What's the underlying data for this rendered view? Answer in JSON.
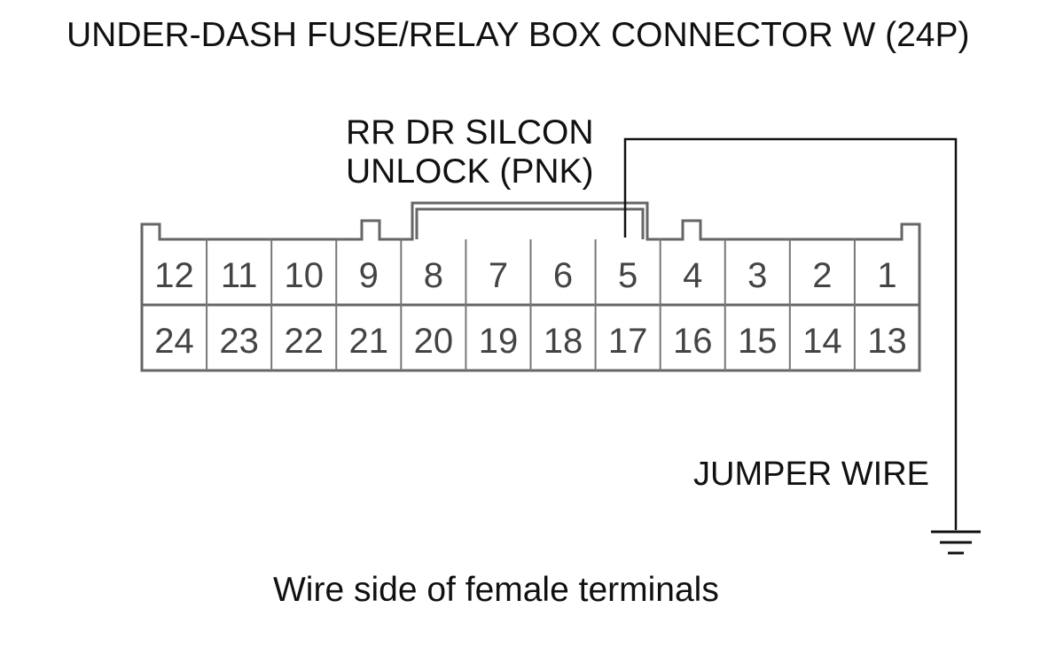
{
  "title": "UNDER-DASH FUSE/RELAY BOX CONNECTOR W (24P)",
  "wire_label": {
    "line1": "RR DR SILCON",
    "line2": "UNLOCK (PNK)"
  },
  "jumper_label": "JUMPER WIRE",
  "caption": "Wire side of female terminals",
  "connector": {
    "top_row": [
      "12",
      "11",
      "10",
      "9",
      "8",
      "7",
      "6",
      "5",
      "4",
      "3",
      "2",
      "1"
    ],
    "bottom_row": [
      "24",
      "23",
      "22",
      "21",
      "20",
      "19",
      "18",
      "17",
      "16",
      "15",
      "14",
      "13"
    ]
  },
  "ground_symbol": "ground-icon"
}
